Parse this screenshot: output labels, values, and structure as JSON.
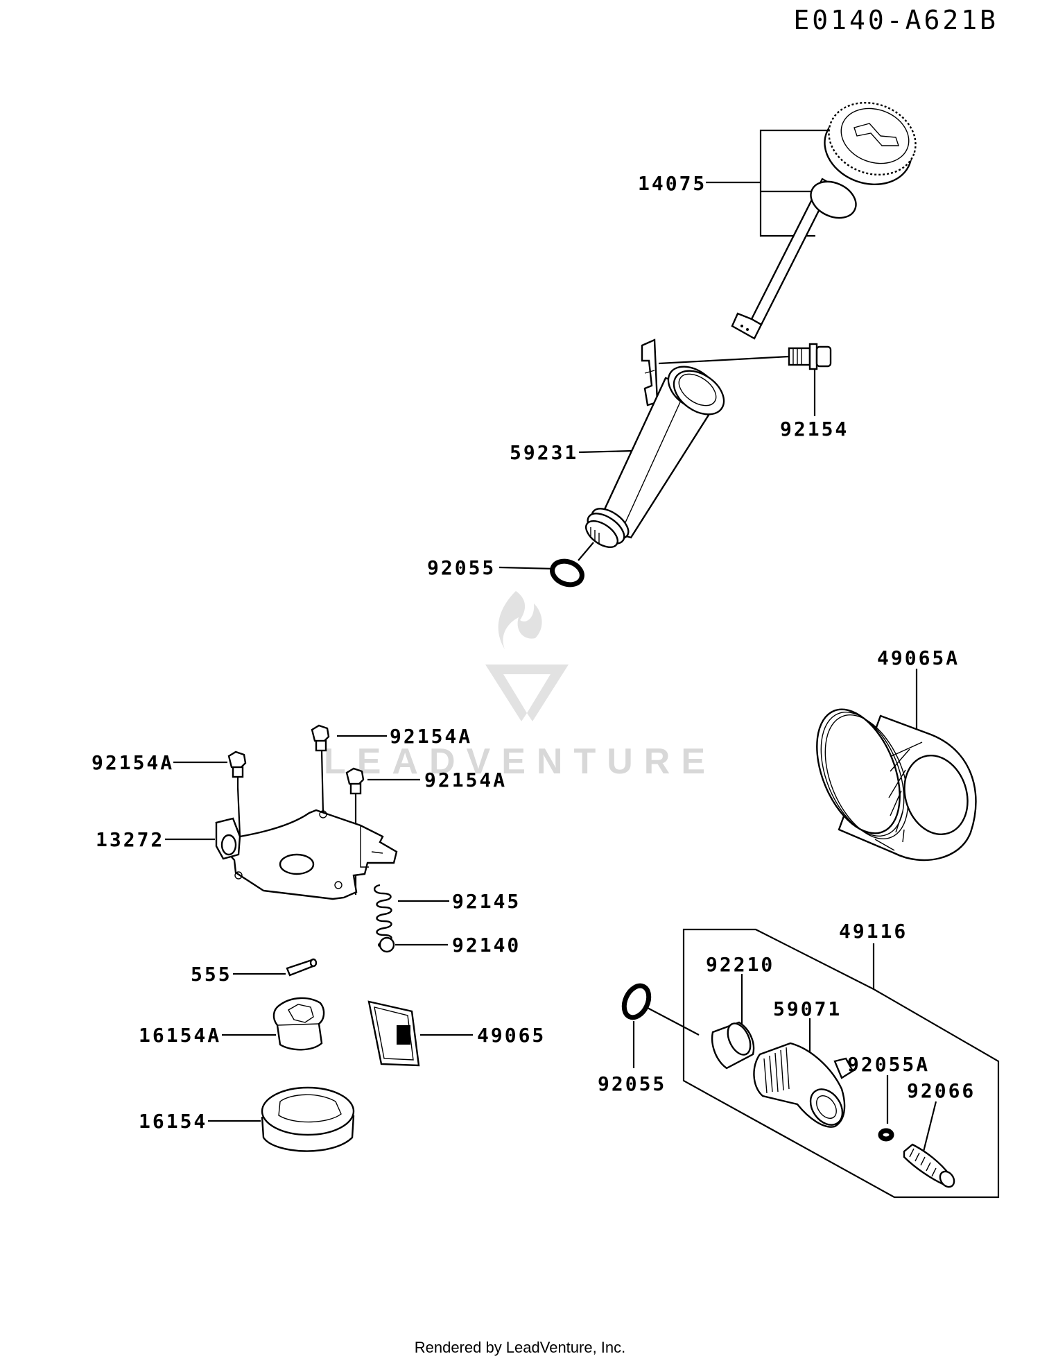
{
  "diagram_id": "E0140-A621B",
  "footer": "Rendered by LeadVenture, Inc.",
  "watermark": "LEADVENTURE",
  "parts": {
    "p14075": "14075",
    "p92154": "92154",
    "p59231": "59231",
    "p92055_top": "92055",
    "p49065A": "49065A",
    "p92154A_1": "92154A",
    "p92154A_2": "92154A",
    "p92154A_3": "92154A",
    "p13272": "13272",
    "p92145": "92145",
    "p92140": "92140",
    "p555": "555",
    "p16154A": "16154A",
    "p49065": "49065",
    "p16154": "16154",
    "p49116": "49116",
    "p92210": "92210",
    "p59071": "59071",
    "p92055A": "92055A",
    "p92066": "92066",
    "p92055_bottom": "92055"
  }
}
